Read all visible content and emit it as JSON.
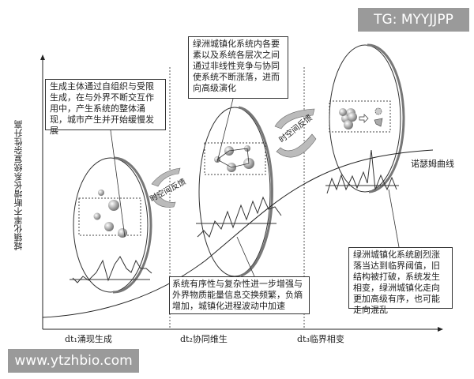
{
  "watermarks": {
    "top": "TG: MYYJJPP",
    "bottom": "www.ytzhbio.com"
  },
  "y_axis_label": "城镇化率不断增长系统复杂性升高",
  "stages": [
    {
      "label": "dt₁涌现生成"
    },
    {
      "label": "dt₂协同维生"
    },
    {
      "label": "dt₃临界相变"
    }
  ],
  "curve_label": "诺瑟姆曲线",
  "feedback_label": "时空间反馈",
  "notes": {
    "stage1": "生成主体通过自组织与受限生成，在与外界不断交互作用中，产生系统的整体涌现，城市产生并开始缓慢发展",
    "stage2_top": "绿洲城镇化系统内各要素以及系统各层次之间通过非线性竞争与协同使系统不断涨落，进而向高级演化",
    "stage2_bottom": "系统有序性与复杂性进一步增强与外界物质能量信息交换频繁，负熵增加，城镇化进程波动中加速",
    "stage3": "绿洲城镇化系统剧烈涨落当达到临界阈值，旧结构被打破，系统发生相变，绿洲城镇化走向更加高级有序，也可能走向混乱"
  }
}
